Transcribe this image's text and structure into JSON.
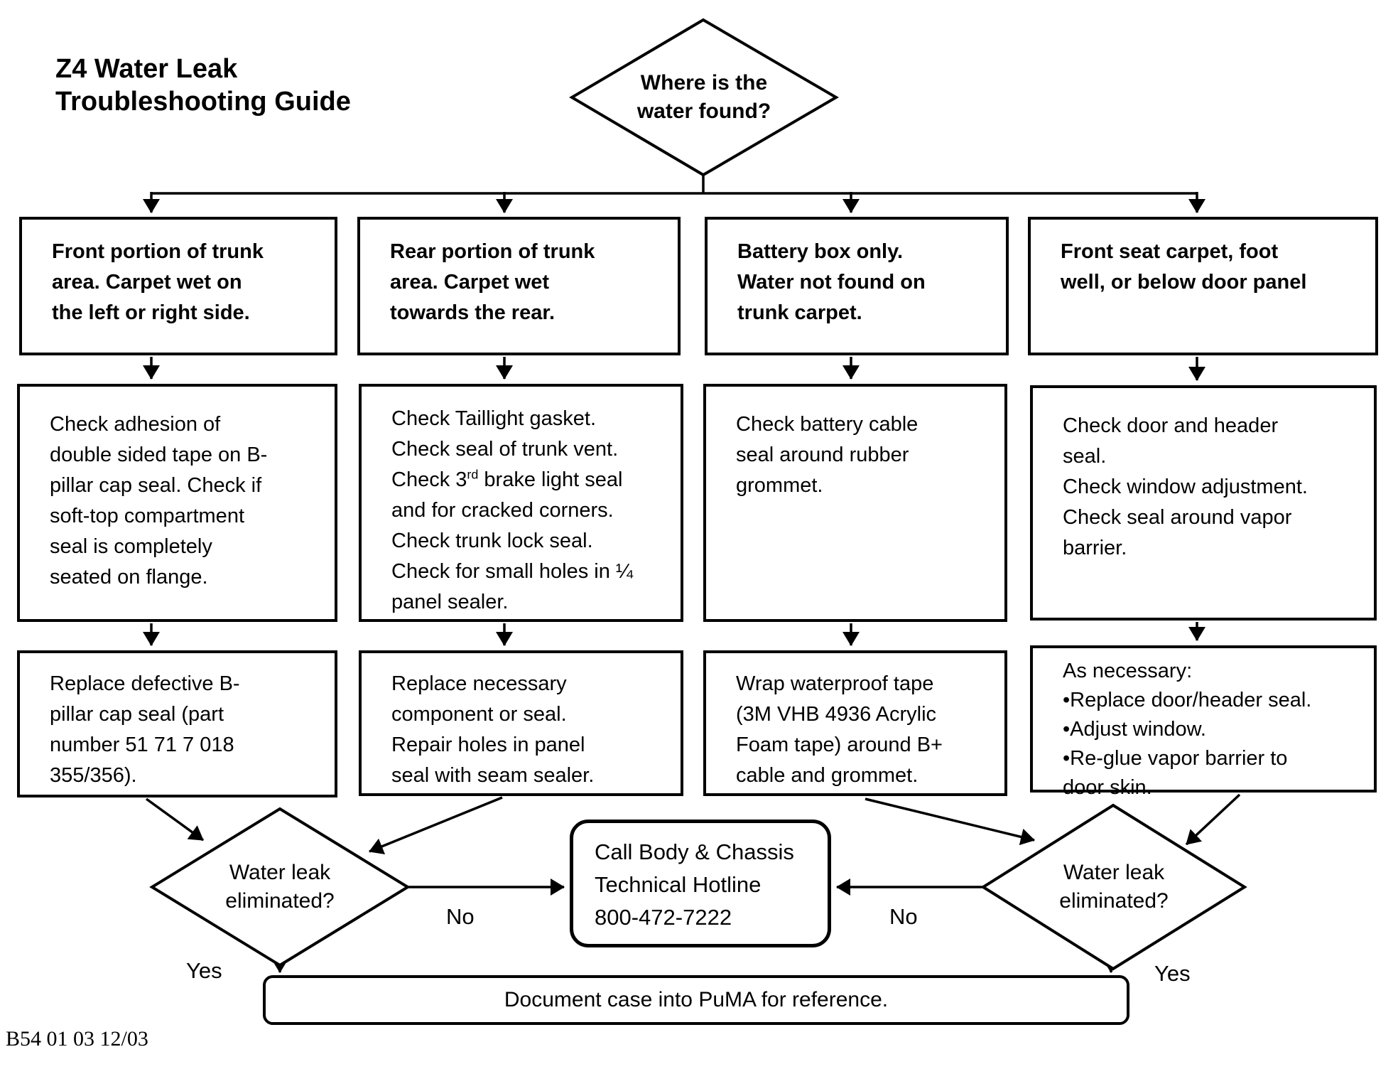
{
  "title": {
    "lines": [
      "Z4 Water Leak",
      "Troubleshooting Guide"
    ]
  },
  "root_decision": {
    "lines": [
      "Where is the",
      "water found?"
    ]
  },
  "columns": [
    {
      "symptom": {
        "lines": [
          "Front portion of trunk",
          "area. Carpet wet on",
          "the left or right side."
        ]
      },
      "check": {
        "lines": [
          "Check adhesion of",
          "double sided tape on B-",
          "pillar cap seal. Check if",
          "soft-top compartment",
          "seal is completely",
          "seated on flange."
        ]
      },
      "action": {
        "lines": [
          "Replace defective B-",
          "pillar cap seal (part",
          "number 51 71 7 018",
          "355/356)."
        ]
      }
    },
    {
      "symptom": {
        "lines": [
          "Rear portion of trunk",
          "area. Carpet wet",
          "towards the rear."
        ]
      },
      "check": {
        "lines": [
          "Check Taillight gasket.",
          "Check seal of trunk vent.",
          "Check 3^{rd} brake light seal",
          "and for cracked corners.",
          "Check trunk lock seal.",
          "Check for small holes in ¼",
          "panel sealer."
        ]
      },
      "action": {
        "lines": [
          "Replace necessary",
          "component or seal.",
          "Repair holes in panel",
          "seal with seam sealer."
        ]
      }
    },
    {
      "symptom": {
        "lines": [
          "Battery box only.",
          "Water not found on",
          "trunk carpet."
        ]
      },
      "check": {
        "lines": [
          "Check battery cable",
          "seal around rubber",
          "grommet."
        ]
      },
      "action": {
        "lines": [
          "Wrap waterproof tape",
          "(3M VHB 4936 Acrylic",
          "Foam tape) around B+",
          "cable and grommet."
        ]
      }
    },
    {
      "symptom": {
        "lines": [
          "Front seat carpet, foot",
          "well, or below door panel"
        ]
      },
      "check": {
        "lines": [
          "Check door and header",
          "seal.",
          "Check window adjustment.",
          "Check seal around vapor",
          "barrier."
        ]
      },
      "action": {
        "lines": [
          "As necessary:",
          "•Replace door/header seal.",
          "•Adjust window.",
          "•Re-glue vapor barrier to",
          "door skin."
        ]
      }
    }
  ],
  "left_decision": {
    "lines": [
      "Water leak",
      "eliminated?"
    ]
  },
  "right_decision": {
    "lines": [
      "Water leak",
      "eliminated?"
    ]
  },
  "labels": {
    "yes_left": "Yes",
    "no_left": "No",
    "no_right": "No",
    "yes_right": "Yes"
  },
  "hotline": {
    "lines": [
      "Call Body & Chassis",
      "Technical Hotline",
      "800-472-7222"
    ]
  },
  "document_note": {
    "text": "Document case into PuMA for reference."
  },
  "footer": {
    "code": "B54 01 03 12/03"
  },
  "colors": {
    "ink": "#000000",
    "background": "#ffffff"
  }
}
